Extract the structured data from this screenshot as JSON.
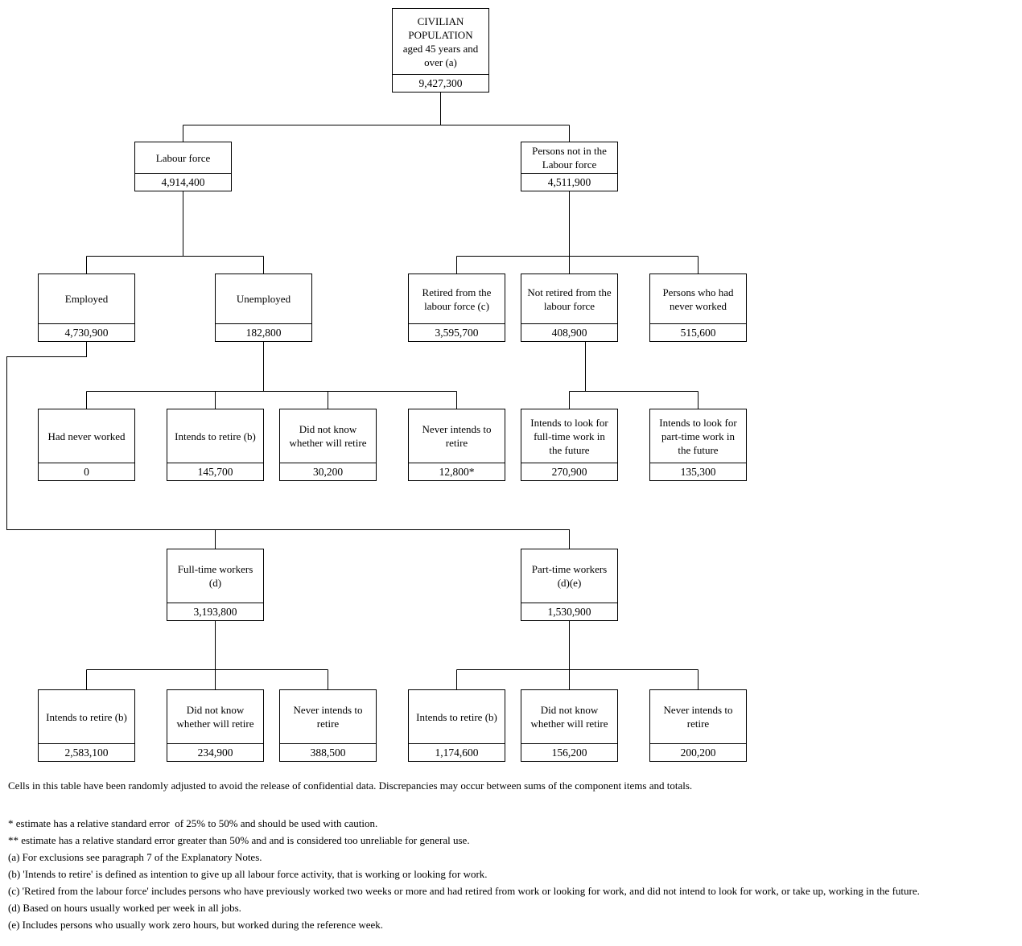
{
  "diagram": {
    "nodes": {
      "civilian": {
        "label": "CIVILIAN\nPOPULATION\naged 45 years and\nover (a)",
        "value": "9,427,300"
      },
      "labour_force": {
        "label": "Labour force",
        "value": "4,914,400"
      },
      "not_in_labour_force": {
        "label": "Persons not in the\nLabour force",
        "value": "4,511,900"
      },
      "employed": {
        "label": "Employed",
        "value": "4,730,900"
      },
      "unemployed": {
        "label": "Unemployed",
        "value": "182,800"
      },
      "retired": {
        "label": "Retired from the\nlabour force (c)",
        "value": "3,595,700"
      },
      "not_retired": {
        "label": "Not retired from the\nlabour force",
        "value": "408,900"
      },
      "nilf_never_worked": {
        "label": "Persons who had\nnever worked",
        "value": "515,600"
      },
      "unemp_never_worked": {
        "label": "Had never worked",
        "value": "0"
      },
      "unemp_intends_retire": {
        "label": "Intends to retire (b)",
        "value": "145,700"
      },
      "unemp_did_not_know": {
        "label": "Did not know\nwhether will retire",
        "value": "30,200"
      },
      "unemp_never_retire": {
        "label": "Never intends to\nretire",
        "value": "12,800*"
      },
      "look_full_time": {
        "label": "Intends to look for\nfull-time work in\nthe future",
        "value": "270,900"
      },
      "look_part_time": {
        "label": "Intends to look for\npart-time work in\nthe future",
        "value": "135,300"
      },
      "full_time_workers": {
        "label": "Full-time workers\n(d)",
        "value": "3,193,800"
      },
      "part_time_workers": {
        "label": "Part-time workers\n(d)(e)",
        "value": "1,530,900"
      },
      "ft_intends_retire": {
        "label": "Intends to retire (b)",
        "value": "2,583,100"
      },
      "ft_did_not_know": {
        "label": "Did not know\nwhether will retire",
        "value": "234,900"
      },
      "ft_never_retire": {
        "label": "Never intends to\nretire",
        "value": "388,500"
      },
      "pt_intends_retire": {
        "label": "Intends to retire (b)",
        "value": "1,174,600"
      },
      "pt_did_not_know": {
        "label": "Did not know\nwhether will retire",
        "value": "156,200"
      },
      "pt_never_retire": {
        "label": "Never intends to\nretire",
        "value": "200,200"
      }
    },
    "footnotes": {
      "confidentiality": "Cells in this table have been randomly adjusted to avoid the release of confidential data. Discrepancies may occur between sums of the component items and totals.",
      "rse_caution": "* estimate has a relative standard error  of 25% to 50% and should be used with caution.",
      "rse_unreliable": "** estimate has a relative standard error greater than 50% and and is considered too unreliable for general use.",
      "note_a": "(a) For exclusions see paragraph 7 of the Explanatory Notes.",
      "note_b": "(b) 'Intends to retire' is defined as intention to give up all labour force activity, that is working or looking for work.",
      "note_c": "(c) 'Retired from the labour force' includes persons who have previously worked two weeks or more and had retired from work or looking for work, and did not intend to look for work, or take up, working in the future.",
      "note_d": "(d) Based on hours usually worked per week in all jobs.",
      "note_e": "(e) Includes persons who usually work zero hours, but worked during the reference week."
    },
    "line_color": "#000000",
    "background_color": "#ffffff"
  }
}
